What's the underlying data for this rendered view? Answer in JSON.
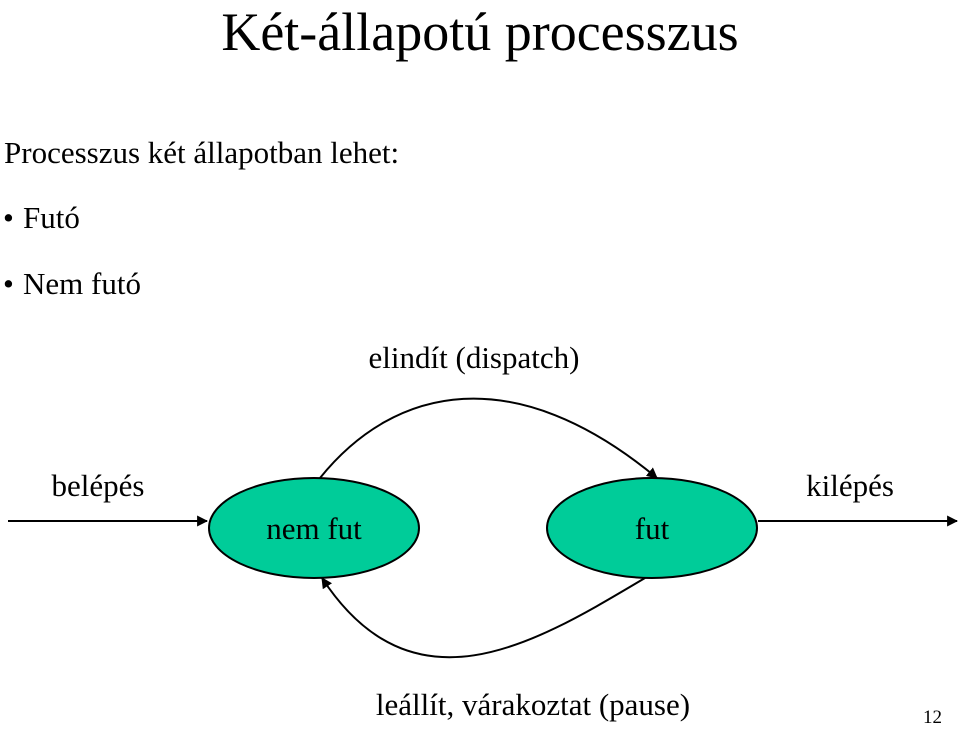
{
  "slide": {
    "title": "Két-állapotú processzus",
    "intro": "Processzus két állapotban lehet:",
    "bullets": [
      "Futó",
      "Nem futó"
    ],
    "page_number": "12"
  },
  "diagram": {
    "states": [
      {
        "id": "not-running",
        "label": "nem fut"
      },
      {
        "id": "running",
        "label": "fut"
      }
    ],
    "transitions": [
      {
        "id": "enter",
        "label": "belépés",
        "to": "not-running"
      },
      {
        "id": "dispatch",
        "label": "elindít (dispatch)",
        "from": "not-running",
        "to": "running"
      },
      {
        "id": "pause",
        "label": "leállít, várakoztat (pause)",
        "from": "running",
        "to": "not-running"
      },
      {
        "id": "exit",
        "label": "kilépés",
        "from": "running"
      }
    ],
    "colors": {
      "state_fill": "#00CC99",
      "stroke": "#000000"
    }
  }
}
